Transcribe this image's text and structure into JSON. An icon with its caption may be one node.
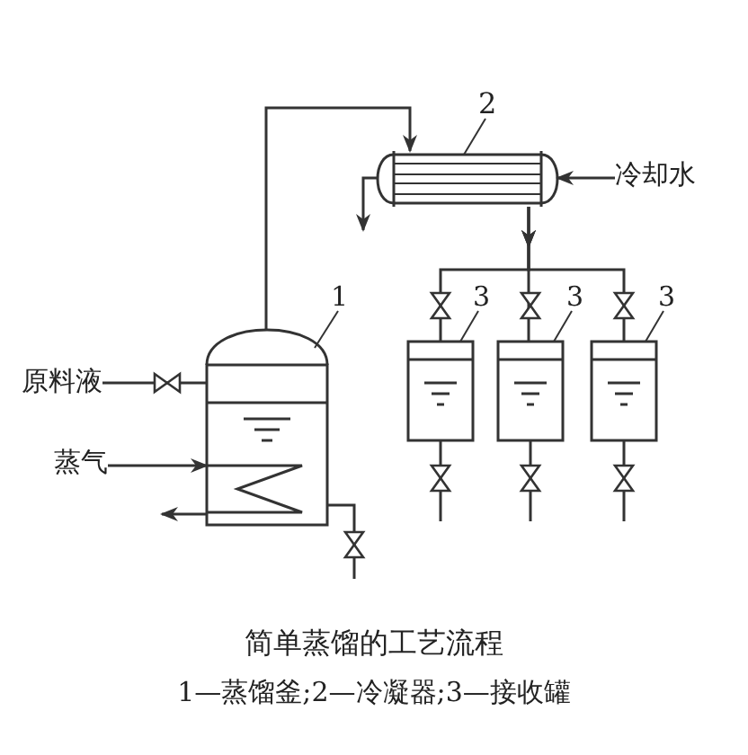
{
  "diagram": {
    "title": "简单蒸馏的工艺流程",
    "caption": "1—蒸馏釜;2—冷凝器;3—接收罐",
    "nodes": [
      {
        "text": [
          "1"
        ]
      },
      {
        "text": [],
        "shape": "cylinder"
      },
      {
        "text": [
          "2"
        ]
      },
      {
        "text": [],
        "shape": "cylinder"
      },
      {
        "text": [
          "3"
        ]
      },
      {
        "text": [],
        "shape": "box"
      },
      {
        "text": [
          "3"
        ]
      },
      {
        "text": [],
        "shape": "box"
      },
      {
        "text": [
          "3"
        ]
      },
      {
        "text": [],
        "shape": "box"
      },
      {
        "text": [
          "原料液"
        ]
      },
      {
        "text": [
          "蒸气"
        ]
      },
      {
        "text": [
          "冷却水"
        ]
      }
    ],
    "edges": [
      {
        "from": 10,
        "to": 1,
        "arrow": "none"
      },
      {
        "from": 11,
        "to": 1,
        "arrow": "to"
      },
      {
        "from": 1,
        "to": null,
        "arrow": "to"
      },
      {
        "from": 1,
        "to": null,
        "arrow": "none"
      },
      {
        "from": 1,
        "to": 3,
        "arrow": "to"
      },
      {
        "from": 12,
        "to": 3,
        "arrow": "to"
      },
      {
        "from": 3,
        "to": null,
        "arrow": "to"
      },
      {
        "from": 3,
        "to": 5,
        "arrow": "to"
      },
      {
        "from": 3,
        "to": 7,
        "arrow": "to"
      },
      {
        "from": 3,
        "to": 9,
        "arrow": "to"
      },
      {
        "from": 5,
        "to": null,
        "arrow": "none"
      },
      {
        "from": 7,
        "to": null,
        "arrow": "none"
      },
      {
        "from": 9,
        "to": null,
        "arrow": "none"
      },
      {
        "from": 0,
        "to": 1,
        "arrow": "none"
      },
      {
        "from": 2,
        "to": 3,
        "arrow": "none"
      },
      {
        "from": 4,
        "to": 5,
        "arrow": "none"
      },
      {
        "from": 6,
        "to": 7,
        "arrow": "none"
      },
      {
        "from": 8,
        "to": 9,
        "arrow": "none"
      }
    ]
  }
}
